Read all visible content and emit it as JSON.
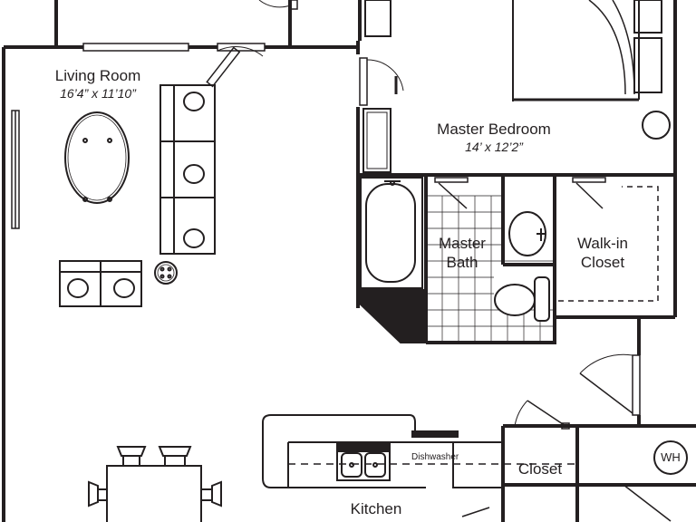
{
  "rooms": {
    "living": {
      "name": "Living Room",
      "dims": "16’4” x 11’10”"
    },
    "master_bedroom": {
      "name": "Master Bedroom",
      "dims": "14’ x 12’2”"
    },
    "master_bath": {
      "line1": "Master",
      "line2": "Bath"
    },
    "walkin_closet": {
      "line1": "Walk-in",
      "line2": "Closet"
    },
    "closet": {
      "name": "Closet"
    },
    "kitchen": {
      "name": "Kitchen"
    }
  },
  "appliances": {
    "dishwasher": "Dishwasher",
    "water_heater": "WH"
  },
  "colors": {
    "line": "#231f20",
    "fill": "#231f20",
    "background": "#ffffff"
  }
}
